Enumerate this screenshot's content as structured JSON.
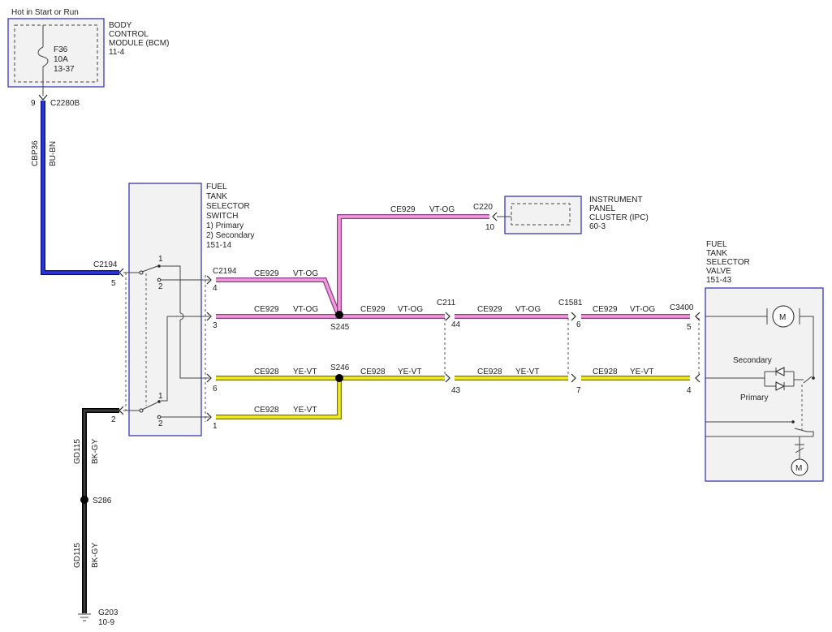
{
  "power_source": "Hot in Start or Run",
  "bcm": {
    "title_lines": [
      "BODY",
      "CONTROL",
      "MODULE (BCM)",
      "11-4"
    ],
    "fuse_lines": [
      "F36",
      "10A",
      "13-37"
    ]
  },
  "switch_module": {
    "title_lines": [
      "FUEL",
      "TANK",
      "SELECTOR",
      "SWITCH",
      "1) Primary",
      "2) Secondary",
      "151-14"
    ],
    "pins": {
      "upper_1": "1",
      "upper_2": "2",
      "lower_1": "1",
      "lower_2": "2"
    }
  },
  "ipc": {
    "title_lines": [
      "INSTRUMENT",
      "PANEL",
      "CLUSTER (IPC)",
      "60-3"
    ]
  },
  "valve": {
    "title_lines": [
      "FUEL",
      "TANK",
      "SELECTOR",
      "VALVE",
      "151-43"
    ],
    "secondary_label": "Secondary",
    "primary_label": "Primary",
    "motor_label": "M"
  },
  "connectors": {
    "c2280b": {
      "name": "C2280B",
      "pin": "9"
    },
    "c2194_left": {
      "name": "C2194",
      "pin_5": "5",
      "pin_2": "2"
    },
    "c2194_right": {
      "name": "C2194",
      "pin_4": "4",
      "pin_3": "3",
      "pin_6": "6",
      "pin_1": "1"
    },
    "c220": {
      "name": "C220",
      "pin": "10"
    },
    "c211": {
      "name": "C211",
      "pin_44": "44",
      "pin_43": "43"
    },
    "c1581": {
      "name": "C1581",
      "pin_6": "6",
      "pin_7": "7"
    },
    "c3400": {
      "name": "C3400",
      "pin_5": "5",
      "pin_4": "4"
    }
  },
  "splices": {
    "s245": "S245",
    "s246": "S246",
    "s286": "S286"
  },
  "wires": {
    "cbp36": {
      "circuit": "CBP36",
      "color": "BU-BN"
    },
    "ce929": {
      "circuit": "CE929",
      "color": "VT-OG"
    },
    "ce928": {
      "circuit": "CE928",
      "color": "YE-VT"
    },
    "gd115": {
      "circuit": "GD115",
      "color": "BK-GY"
    }
  },
  "ground": {
    "name": "G203",
    "ref": "10-9"
  },
  "colors": {
    "box_border": "#3a3ab4",
    "bu_bn": "#2a36d8",
    "vt_og": "#f29ad8",
    "ye_vt": "#f2ea22",
    "bk_gy": "#3a3a3a"
  }
}
